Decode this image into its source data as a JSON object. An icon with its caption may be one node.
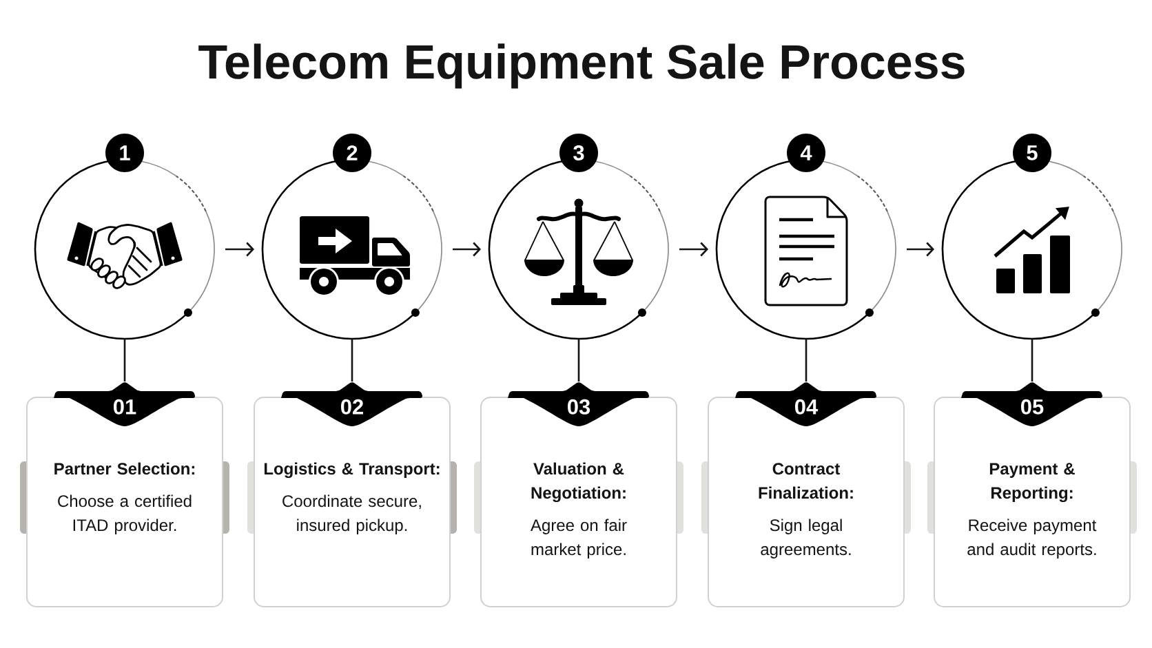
{
  "diagram": {
    "title": "Telecom Equipment Sale Process",
    "nodes": [
      {
        "text": [
          "1"
        ]
      },
      {
        "text": [],
        "shape": "circle"
      },
      {
        "text": [
          "01"
        ]
      },
      {
        "text": [
          "Partner Selection:",
          "Choose a certified ITAD provider."
        ]
      },
      {
        "text": [
          "2"
        ]
      },
      {
        "text": [],
        "shape": "circle"
      },
      {
        "text": [
          "02"
        ]
      },
      {
        "text": [
          "Logistics & Transport:",
          "Coordinate secure, insured pickup."
        ]
      },
      {
        "text": [
          "3"
        ]
      },
      {
        "text": [],
        "shape": "circle"
      },
      {
        "text": [
          "03"
        ]
      },
      {
        "text": [
          "Valuation & Negotiation:",
          "Agree on fair market price."
        ]
      },
      {
        "text": [
          "4"
        ]
      },
      {
        "text": [],
        "shape": "circle"
      },
      {
        "text": [
          "04"
        ]
      },
      {
        "text": [
          "Contract Finalization:",
          "Sign legal agreements."
        ]
      },
      {
        "text": [
          "5"
        ]
      },
      {
        "text": [],
        "shape": "circle"
      },
      {
        "text": [
          "05"
        ]
      },
      {
        "text": [
          "Payment & Reporting:",
          "Receive payment and audit reports."
        ]
      }
    ],
    "edges": [
      {
        "from": 1,
        "to": 5,
        "arrow": "to"
      },
      {
        "from": 5,
        "to": 9,
        "arrow": "to"
      },
      {
        "from": 9,
        "to": 13,
        "arrow": "to"
      },
      {
        "from": 13,
        "to": 17,
        "arrow": "to"
      },
      {
        "from": 1,
        "to": 2,
        "arrow": "none"
      },
      {
        "from": 5,
        "to": 6,
        "arrow": "none"
      },
      {
        "from": 9,
        "to": 10,
        "arrow": "none"
      },
      {
        "from": 13,
        "to": 14,
        "arrow": "none"
      },
      {
        "from": 17,
        "to": 18,
        "arrow": "none"
      }
    ]
  }
}
